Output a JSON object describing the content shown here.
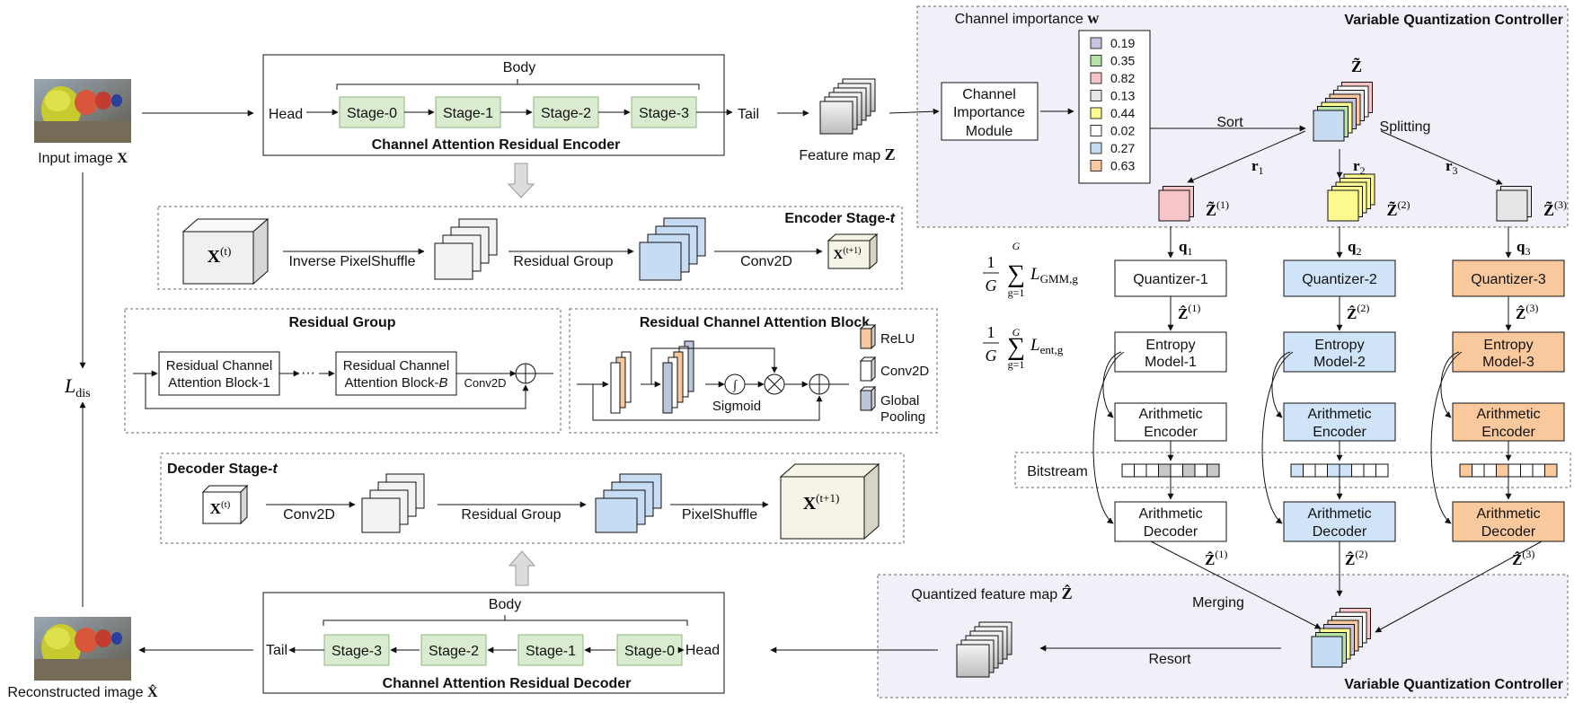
{
  "encoder": {
    "body_label": "Body",
    "head": "Head",
    "tail": "Tail",
    "stages": [
      "Stage-0",
      "Stage-1",
      "Stage-2",
      "Stage-3"
    ],
    "title": "Channel Attention Residual Encoder"
  },
  "decoder": {
    "body_label": "Body",
    "head": "Head",
    "tail": "Tail",
    "stages": [
      "Stage-3",
      "Stage-2",
      "Stage-1",
      "Stage-0"
    ],
    "title": "Channel Attention Residual Decoder"
  },
  "input_image_label": "Input image",
  "input_image_symbol": "X",
  "recon_image_label": "Reconstructed image",
  "recon_image_symbol": "X̂",
  "loss_dis": "L",
  "loss_dis_sub": "dis",
  "feature_map_label": "Feature map",
  "feature_map_symbol": "Z",
  "encoder_stage": {
    "title": "Encoder Stage-t",
    "input": "X",
    "input_sup": "(t)",
    "op1": "Inverse PixelShuffle",
    "op2": "Residual Group",
    "op3": "Conv2D",
    "output": "X",
    "output_sup": "(t+1)"
  },
  "decoder_stage": {
    "title": "Decoder Stage-t",
    "input": "X",
    "input_sup": "(t)",
    "op1": "Conv2D",
    "op2": "Residual Group",
    "op3": "PixelShuffle",
    "output": "X",
    "output_sup": "(t+1)"
  },
  "residual_group": {
    "title": "Residual Group",
    "block1": [
      "Residual Channel",
      "Attention Block-1"
    ],
    "dots": "···",
    "blockB": [
      "Residual Channel",
      "Attention Block-B"
    ],
    "conv": "Conv2D"
  },
  "rcab": {
    "title": "Residual Channel Attention Block",
    "sigmoid": "Sigmoid",
    "legend": [
      {
        "label": "ReLU",
        "color": "#f7c89b"
      },
      {
        "label": "Conv2D",
        "color": "#ffffff"
      },
      {
        "label": [
          "Global",
          "Pooling"
        ],
        "color": "#b9c7d9"
      }
    ]
  },
  "vqc_top": {
    "title": "Variable Quantization Controller",
    "channel_importance_label": "Channel importance",
    "channel_importance_symbol": "w",
    "cim": [
      "Channel",
      "Importance",
      "Module"
    ],
    "importance": [
      {
        "value": "0.19",
        "color": "#c9c3e0"
      },
      {
        "value": "0.35",
        "color": "#b5e3a6"
      },
      {
        "value": "0.82",
        "color": "#f7c4c7"
      },
      {
        "value": "0.13",
        "color": "#e6e6e6"
      },
      {
        "value": "0.44",
        "color": "#fdfb8f"
      },
      {
        "value": "0.02",
        "color": "#ffffff"
      },
      {
        "value": "0.27",
        "color": "#c6dcf2"
      },
      {
        "value": "0.63",
        "color": "#f9c99d"
      }
    ],
    "sort": "Sort",
    "splitting": "Splitting",
    "z_tilde": "Z̃"
  },
  "branches": [
    {
      "r": "r",
      "r_sub": "1",
      "q": "q",
      "q_sub": "1",
      "z_sup": "(1)",
      "quantizer": "Quantizer-1",
      "entropy": [
        "Entropy",
        "Model-1"
      ],
      "encoder": [
        "Arithmetic",
        "Encoder"
      ],
      "decoder": [
        "Arithmetic",
        "Decoder"
      ],
      "color": "#ffffff",
      "cube_color": "#f7c4c7"
    },
    {
      "r": "r",
      "r_sub": "2",
      "q": "q",
      "q_sub": "2",
      "z_sup": "(2)",
      "quantizer": "Quantizer-2",
      "entropy": [
        "Entropy",
        "Model-2"
      ],
      "encoder": [
        "Arithmetic",
        "Encoder"
      ],
      "decoder": [
        "Arithmetic",
        "Decoder"
      ],
      "color": "#cfe4f8",
      "cube_color": "#fdfb8f"
    },
    {
      "r": "r",
      "r_sub": "3",
      "q": "q",
      "q_sub": "3",
      "z_sup": "(3)",
      "quantizer": "Quantizer-3",
      "entropy": [
        "Entropy",
        "Model-3"
      ],
      "encoder": [
        "Arithmetic",
        "Encoder"
      ],
      "decoder": [
        "Arithmetic",
        "Decoder"
      ],
      "color": "#f9c99d",
      "cube_color": "#e6e6e6"
    }
  ],
  "loss_gmm": {
    "frac": "1",
    "den": "G",
    "sum_top": "G",
    "sum_bot": "g=1",
    "L": "L",
    "sub": "GMM,g"
  },
  "loss_ent": {
    "frac": "1",
    "den": "G",
    "sum_top": "G",
    "sum_bot": "g=1",
    "L": "L",
    "sub": "ent,g"
  },
  "bitstream_label": "Bitstream",
  "bitstreams": [
    [
      "#ffffff",
      "#ffffff",
      "#ffffff",
      "#c8c8c8",
      "#ffffff",
      "#c8c8c8",
      "#ffffff",
      "#c8c8c8"
    ],
    [
      "#cfe4f8",
      "#ffffff",
      "#ffffff",
      "#cfe4f8",
      "#cfe4f8",
      "#ffffff",
      "#ffffff",
      "#ffffff"
    ],
    [
      "#f9c99d",
      "#ffffff",
      "#ffffff",
      "#f9c99d",
      "#ffffff",
      "#ffffff",
      "#ffffff",
      "#f9c99d"
    ]
  ],
  "vqc_bottom": {
    "title": "Variable Quantization Controller",
    "quantized_label": "Quantized feature map",
    "quantized_symbol": "Ẑ",
    "merging": "Merging",
    "resort": "Resort"
  }
}
